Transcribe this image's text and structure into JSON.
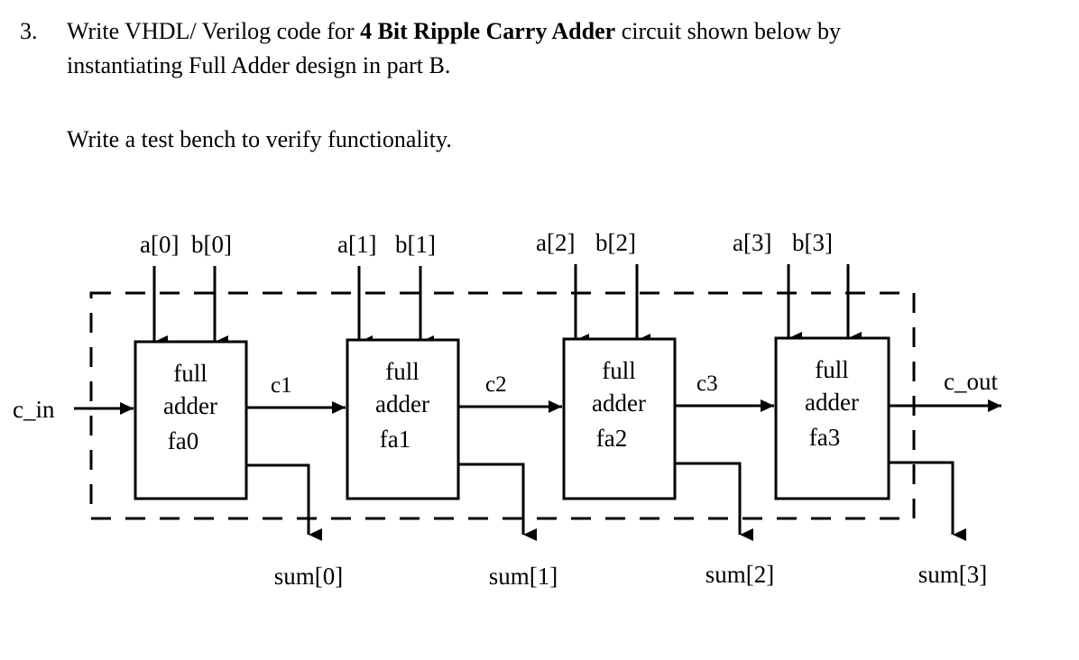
{
  "document": {
    "question_number": "3.",
    "line1_pre": "Write VHDL/ Verilog code for ",
    "line1_bold": "4 Bit Ripple Carry Adder",
    "line1_post": " circuit shown below by",
    "line2": "instantiating Full Adder design in part B.",
    "line3": "Write a test bench to verify functionality."
  },
  "diagram": {
    "title": "4 Bit Ripple Carry Adder",
    "boundary_style": "dashed",
    "inputs": {
      "carry_in_label": "c_in",
      "a_labels": [
        "a[0]",
        "a[1]",
        "a[2]",
        "a[3]"
      ],
      "b_labels": [
        "b[0]",
        "b[1]",
        "b[2]",
        "b[3]"
      ]
    },
    "blocks": [
      {
        "line1": "full",
        "line2": "adder",
        "line3": "fa0"
      },
      {
        "line1": "full",
        "line2": "adder",
        "line3": "fa1"
      },
      {
        "line1": "full",
        "line2": "adder",
        "line3": "fa2"
      },
      {
        "line1": "full",
        "line2": "adder",
        "line3": "fa3"
      }
    ],
    "internal_carries": [
      "c1",
      "c2",
      "c3"
    ],
    "outputs": {
      "carry_out_label": "c_out",
      "sum_labels": [
        "sum[0]",
        "sum[1]",
        "sum[2]",
        "sum[3]"
      ]
    },
    "colors": {
      "ink": "#000000",
      "paper": "#ffffff"
    }
  }
}
